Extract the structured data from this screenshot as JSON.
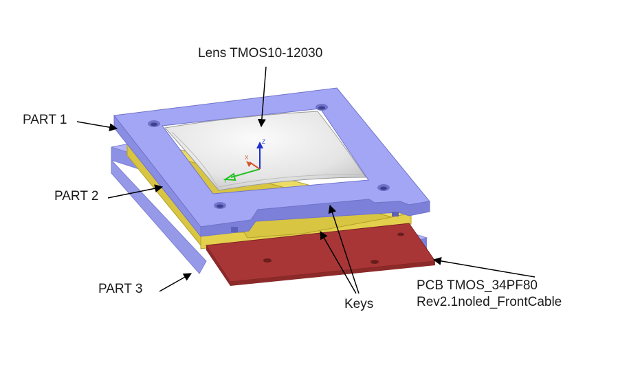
{
  "labels": {
    "lens": "Lens TMOS10-12030",
    "part1": "PART 1",
    "part2": "PART 2",
    "part3": "PART 3",
    "keys": "Keys",
    "pcb_line1": "PCB TMOS_34PF80",
    "pcb_line2": "Rev2.1noled_FrontCable"
  },
  "axes_triad": {
    "z": "Z",
    "x": "X",
    "y": "Y"
  },
  "colors": {
    "frame": "#9fa3f3",
    "frame_edge": "#6f73c9",
    "middle": "#e0cf4f",
    "pcb": "#a73434",
    "lens": "#e9e9e9",
    "arrow": "#000000"
  }
}
